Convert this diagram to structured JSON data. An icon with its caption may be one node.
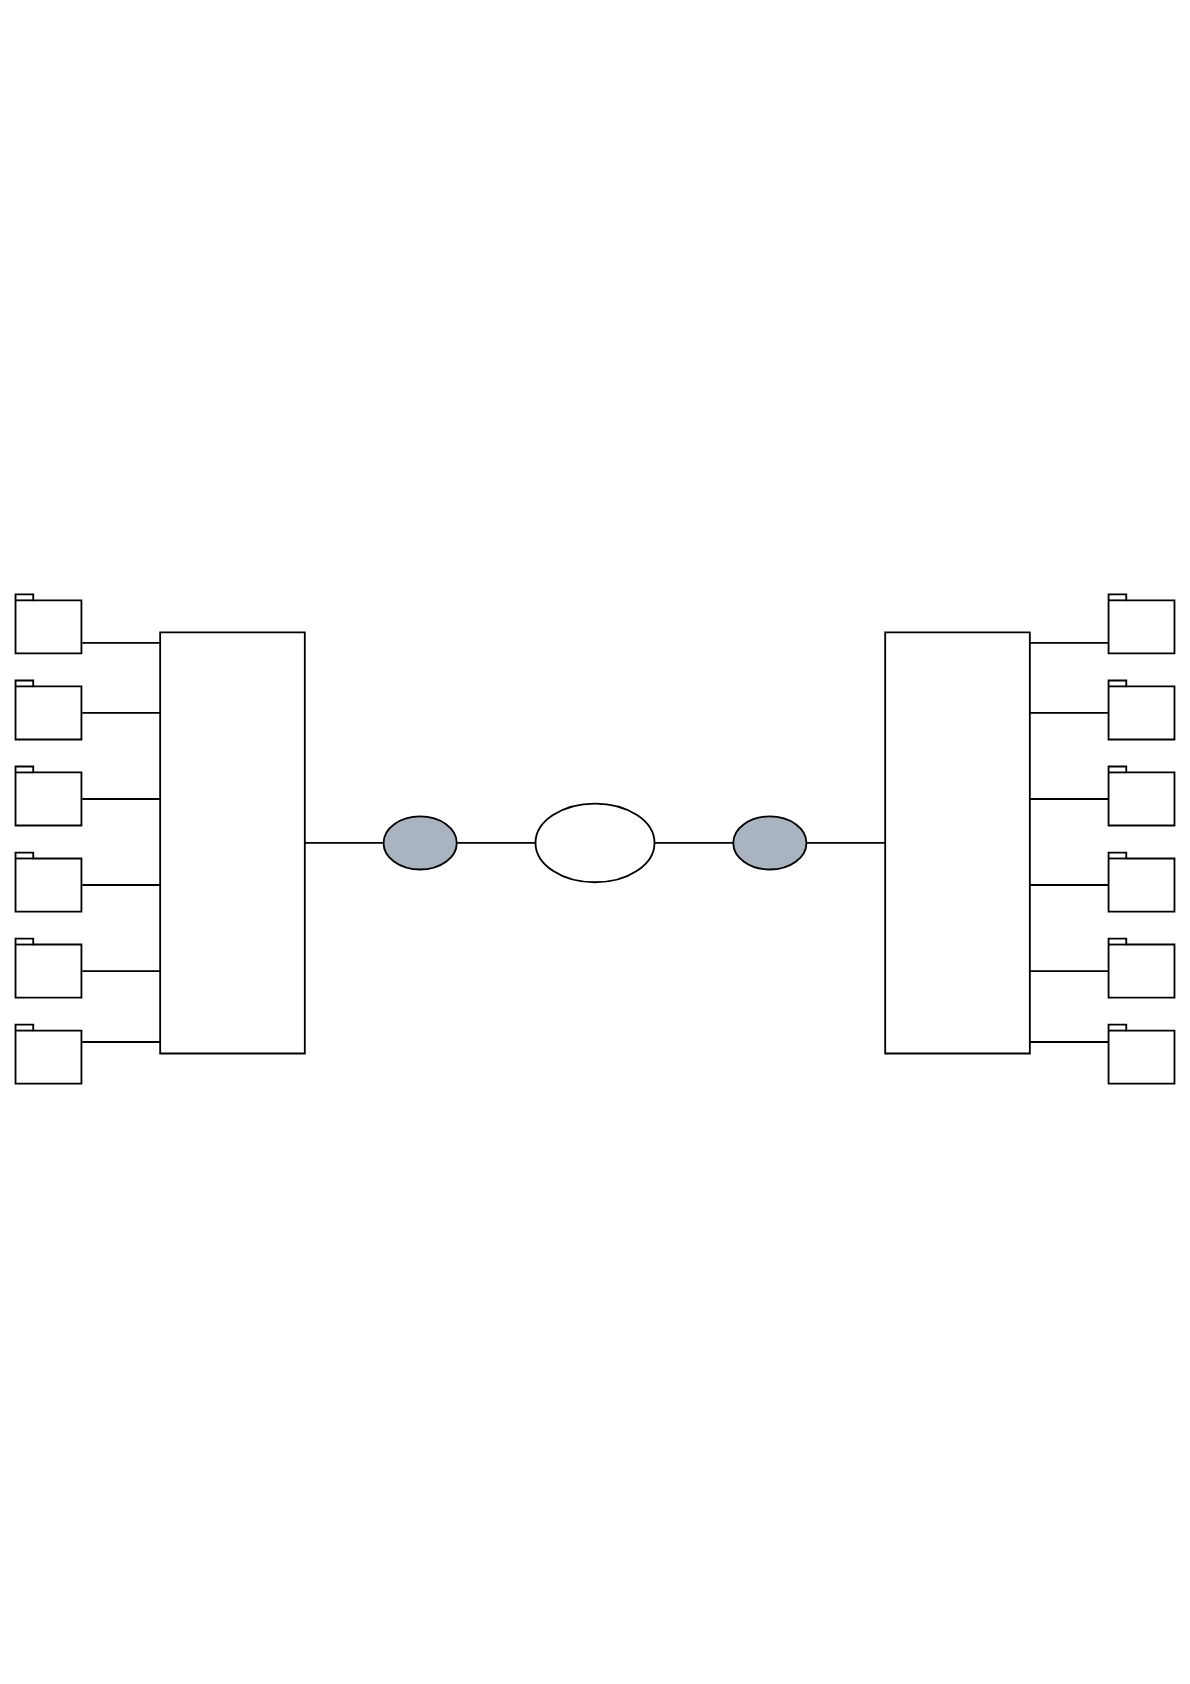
{
  "diagram": {
    "nodes": [
      {
        "text": [],
        "shape": "phone"
      },
      {
        "text": [],
        "shape": "phone"
      },
      {
        "text": [],
        "shape": "phone"
      },
      {
        "text": [],
        "shape": "phone"
      },
      {
        "text": [],
        "shape": "phone"
      },
      {
        "text": [],
        "shape": "phone"
      },
      {
        "text": [],
        "shape": "box"
      },
      {
        "text": [],
        "shape": "router"
      },
      {
        "text": [],
        "shape": "cloud"
      },
      {
        "text": [],
        "shape": "router"
      },
      {
        "text": [],
        "shape": "box"
      },
      {
        "text": [],
        "shape": "phone"
      },
      {
        "text": [],
        "shape": "phone"
      },
      {
        "text": [],
        "shape": "phone"
      },
      {
        "text": [],
        "shape": "phone"
      },
      {
        "text": [],
        "shape": "phone"
      },
      {
        "text": [],
        "shape": "phone"
      }
    ],
    "edges": [
      {
        "from": 0,
        "to": 6,
        "arrow": "none"
      },
      {
        "from": 1,
        "to": 6,
        "arrow": "none"
      },
      {
        "from": 2,
        "to": 6,
        "arrow": "none"
      },
      {
        "from": 3,
        "to": 6,
        "arrow": "none"
      },
      {
        "from": 4,
        "to": 6,
        "arrow": "none"
      },
      {
        "from": 5,
        "to": 6,
        "arrow": "none"
      },
      {
        "from": 6,
        "to": 7,
        "arrow": "none"
      },
      {
        "from": 7,
        "to": 8,
        "arrow": "none"
      },
      {
        "from": 8,
        "to": 9,
        "arrow": "none"
      },
      {
        "from": 9,
        "to": 10,
        "arrow": "none"
      },
      {
        "from": 10,
        "to": 11,
        "arrow": "none"
      },
      {
        "from": 10,
        "to": 12,
        "arrow": "none"
      },
      {
        "from": 10,
        "to": 13,
        "arrow": "none"
      },
      {
        "from": 10,
        "to": 14,
        "arrow": "none"
      },
      {
        "from": 10,
        "to": 15,
        "arrow": "none"
      },
      {
        "from": 10,
        "to": 16,
        "arrow": "none"
      }
    ]
  }
}
